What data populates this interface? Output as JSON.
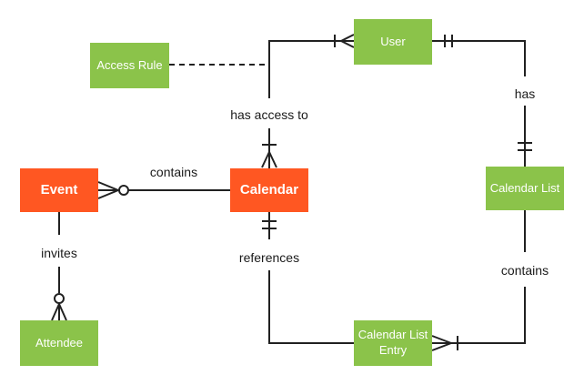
{
  "colors": {
    "entity_orange": "#FF5722",
    "entity_green": "#8BC34A",
    "line": "#212121",
    "entity_text": "#ffffff",
    "label_text": "#1a1a1a",
    "background": "#ffffff"
  },
  "entities": {
    "event": {
      "label": "Event",
      "color": "orange"
    },
    "calendar": {
      "label": "Calendar",
      "color": "orange"
    },
    "access_rule": {
      "label": "Access Rule",
      "color": "green"
    },
    "user": {
      "label": "User",
      "color": "green"
    },
    "calendar_list": {
      "label": "Calendar List",
      "color": "green"
    },
    "attendee": {
      "label": "Attendee",
      "color": "green"
    },
    "calendar_list_entry": {
      "label": "Calendar List Entry",
      "color": "green"
    }
  },
  "relationships": {
    "event_contains_calendar": {
      "label": "contains",
      "from": "Event",
      "to": "Calendar",
      "from_cardinality": "zero-or-many",
      "to_cardinality": "none",
      "style": "solid"
    },
    "calendar_has_access_to_user": {
      "label": "has access to",
      "from": "Calendar",
      "to": "User",
      "from_cardinality": "one-or-many",
      "to_cardinality": "one-or-many",
      "style": "solid"
    },
    "user_has_calendar_list": {
      "label": "has",
      "from": "User",
      "to": "Calendar List",
      "from_cardinality": "exactly-one",
      "to_cardinality": "exactly-one",
      "style": "solid"
    },
    "calendar_list_contains_entry": {
      "label": "contains",
      "from": "Calendar List",
      "to": "Calendar List Entry",
      "from_cardinality": "none",
      "to_cardinality": "one-or-many",
      "style": "solid"
    },
    "calendar_references_entry": {
      "label": "references",
      "from": "Calendar",
      "to": "Calendar List Entry",
      "from_cardinality": "exactly-one",
      "to_cardinality": "none",
      "style": "solid"
    },
    "event_invites_attendee": {
      "label": "invites",
      "from": "Event",
      "to": "Attendee",
      "from_cardinality": "none",
      "to_cardinality": "zero-or-many",
      "style": "solid"
    },
    "access_rule_calendar_link": {
      "label": "",
      "from": "Access Rule",
      "to": "Calendar",
      "from_cardinality": "none",
      "to_cardinality": "none",
      "style": "dashed"
    }
  }
}
